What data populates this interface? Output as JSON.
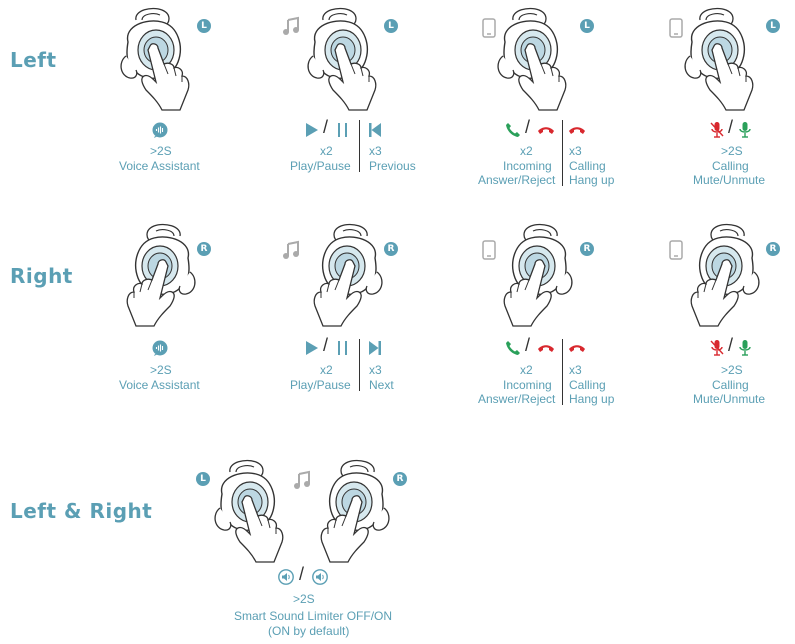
{
  "colors": {
    "accent": "#5b9fb4",
    "green": "#2aa05a",
    "red": "#d8282e",
    "ink": "#333333"
  },
  "rows": {
    "left": "Left",
    "right": "Right",
    "both": "Left & Right"
  },
  "badges": {
    "L": "L",
    "R": "R"
  },
  "left_row": {
    "voice": {
      "count": ">2S",
      "action": "Voice Assistant"
    },
    "play": {
      "count": "x2",
      "action": "Play/Pause"
    },
    "prev": {
      "count": "x3",
      "action": "Previous"
    },
    "call_answer": {
      "count": "x2",
      "action1": "Incoming",
      "action2": "Answer/Reject"
    },
    "call_hang": {
      "count": "x3",
      "action1": "Calling",
      "action2": "Hang up"
    },
    "mute": {
      "count": ">2S",
      "action1": "Calling",
      "action2": "Mute/Unmute"
    }
  },
  "right_row": {
    "voice": {
      "count": ">2S",
      "action": "Voice Assistant"
    },
    "play": {
      "count": "x2",
      "action": "Play/Pause"
    },
    "next": {
      "count": "x3",
      "action": "Next"
    },
    "call_answer": {
      "count": "x2",
      "action1": "Incoming",
      "action2": "Answer/Reject"
    },
    "call_hang": {
      "count": "x3",
      "action1": "Calling",
      "action2": "Hang up"
    },
    "mute": {
      "count": ">2S",
      "action1": "Calling",
      "action2": "Mute/Unmute"
    }
  },
  "both_row": {
    "count": ">2S",
    "action1": "Smart Sound Limiter OFF/ON",
    "action2": "(ON by default)"
  },
  "icon_names": [
    "earbud-press-icon",
    "music-note-icon",
    "phone-icon",
    "voice-assistant-icon",
    "play-icon",
    "pause-icon",
    "previous-icon",
    "next-icon",
    "phone-answer-icon",
    "phone-hangup-icon",
    "mic-off-icon",
    "mic-on-icon",
    "sound-limiter-icon"
  ]
}
